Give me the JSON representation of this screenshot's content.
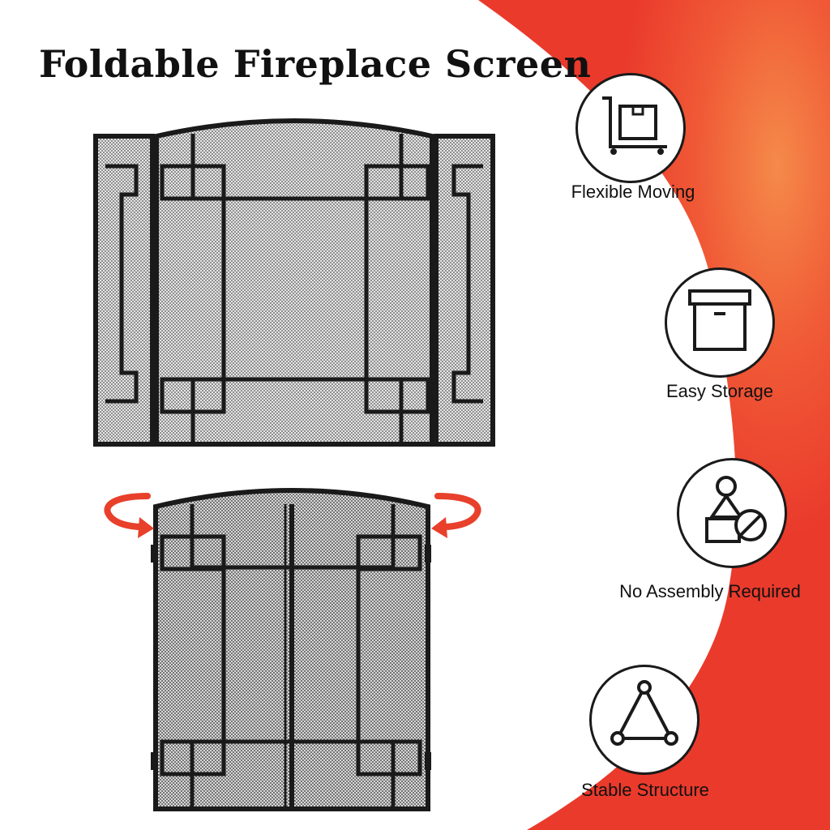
{
  "title": "Foldable Fireplace Screen",
  "colors": {
    "accent_red": "#ee3a2f",
    "flame_orange": "#f26b3a",
    "frame_black": "#1a1a1a",
    "mesh_gray": "#3c3c3c",
    "rotate_arrow_red": "#e8402b"
  },
  "features": [
    {
      "label": "Flexible Moving",
      "icon": "cart-box-icon"
    },
    {
      "label": "Easy Storage",
      "icon": "storage-box-icon"
    },
    {
      "label": "No Assembly Required",
      "icon": "shapes-no-tools-icon"
    },
    {
      "label": "Stable Structure",
      "icon": "triangle-structure-icon"
    }
  ]
}
